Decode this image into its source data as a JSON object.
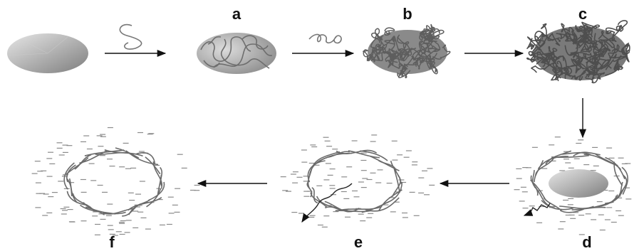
{
  "figure": {
    "stages": [
      {
        "id": "start",
        "label": ""
      },
      {
        "id": "a",
        "label": "a"
      },
      {
        "id": "b",
        "label": "b"
      },
      {
        "id": "c",
        "label": "c"
      },
      {
        "id": "d",
        "label": "d"
      },
      {
        "id": "e",
        "label": "e"
      },
      {
        "id": "f",
        "label": "f"
      }
    ],
    "colors": {
      "strand": "#7a7a7a",
      "strand_dark": "#555555",
      "core_light": "#d9d9d9",
      "core_dark": "#8c8c8c",
      "dash": "#8a8a8a",
      "arrow": "#111111"
    },
    "icons": [
      "ellipsoid-core-icon",
      "polymer-strand-icon",
      "coiled-strand-icon",
      "squiggle-release-arrow-icon"
    ]
  }
}
